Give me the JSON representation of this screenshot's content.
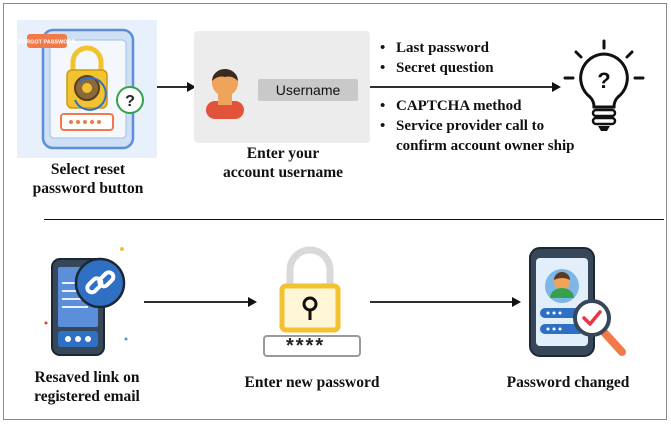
{
  "steps_top": [
    {
      "label": "Select reset\npassword button",
      "badge_text": "FORGOT PASSWORD"
    },
    {
      "label": "Enter your\naccount username",
      "field_text": "Username"
    }
  ],
  "options": [
    "Last password",
    "Secret question",
    "CAPTCHA method",
    "Service provider call to\nconfirm account owner ship"
  ],
  "steps_bottom": [
    {
      "label": "Resaved link on\nregistered email"
    },
    {
      "label": "Enter new password",
      "mask": "****"
    },
    {
      "label": "Password changed"
    }
  ],
  "colors": {
    "arrow": "#111111",
    "phone_blue": "#5b8fd9",
    "lock_yellow": "#f2c230",
    "check_red": "#e53946",
    "avatar_orange": "#f0a35a"
  },
  "icons": {
    "reset": "phone-lock-icon",
    "username": "user-avatar-icon",
    "idea": "lightbulb-question-icon",
    "email_link": "phone-link-icon",
    "new_password": "padlock-password-icon",
    "changed": "phone-profile-check-icon"
  }
}
